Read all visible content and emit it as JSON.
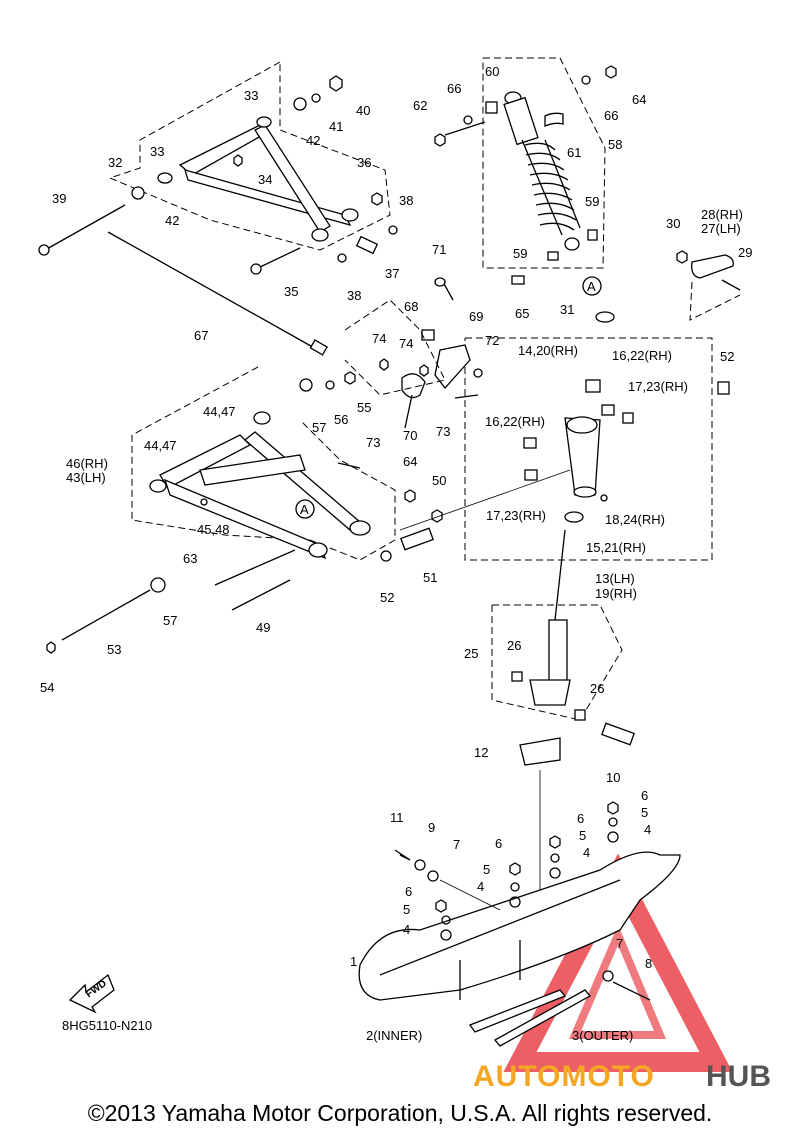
{
  "diagram": {
    "code": "8HG5110-N210",
    "fwd_label": "FWD",
    "copyright": "©2013 Yamaha Motor Corporation, U.S.A. All rights reserved.",
    "watermark": {
      "part1": "AUTOMOTO",
      "part2": "HUB",
      "color1": "#f5a623",
      "color2": "#555555",
      "triangle_color": "#e8434a"
    },
    "callouts": [
      {
        "id": "c60",
        "text": "60"
      },
      {
        "id": "c66a",
        "text": "66"
      },
      {
        "id": "c62",
        "text": "62"
      },
      {
        "id": "c64a",
        "text": "64"
      },
      {
        "id": "c66b",
        "text": "66"
      },
      {
        "id": "c61",
        "text": "61"
      },
      {
        "id": "c58",
        "text": "58"
      },
      {
        "id": "c59a",
        "text": "59"
      },
      {
        "id": "c59b",
        "text": "59"
      },
      {
        "id": "cAa",
        "text": "A"
      },
      {
        "id": "c65",
        "text": "65"
      },
      {
        "id": "c33a",
        "text": "33"
      },
      {
        "id": "c40",
        "text": "40"
      },
      {
        "id": "c41",
        "text": "41"
      },
      {
        "id": "c42a",
        "text": "42"
      },
      {
        "id": "c32",
        "text": "32"
      },
      {
        "id": "c33b",
        "text": "33"
      },
      {
        "id": "c34",
        "text": "34"
      },
      {
        "id": "c36",
        "text": "36"
      },
      {
        "id": "c42b",
        "text": "42"
      },
      {
        "id": "c39",
        "text": "39"
      },
      {
        "id": "c38a",
        "text": "38"
      },
      {
        "id": "c37",
        "text": "37"
      },
      {
        "id": "c38b",
        "text": "38"
      },
      {
        "id": "c35",
        "text": "35"
      },
      {
        "id": "c71",
        "text": "71"
      },
      {
        "id": "c67",
        "text": "67"
      },
      {
        "id": "c30",
        "text": "30"
      },
      {
        "id": "c28",
        "text": "28(RH)"
      },
      {
        "id": "c27",
        "text": "27(LH)"
      },
      {
        "id": "c29",
        "text": "29"
      },
      {
        "id": "c31",
        "text": "31"
      },
      {
        "id": "c68",
        "text": "68"
      },
      {
        "id": "c69",
        "text": "69"
      },
      {
        "id": "c74a",
        "text": "74"
      },
      {
        "id": "c74b",
        "text": "74"
      },
      {
        "id": "c72",
        "text": "72"
      },
      {
        "id": "c14",
        "text": "14,20(RH)"
      },
      {
        "id": "c16a",
        "text": "16,22(RH)"
      },
      {
        "id": "c52a",
        "text": "52"
      },
      {
        "id": "c17a",
        "text": "17,23(RH)"
      },
      {
        "id": "c44a",
        "text": "44,47"
      },
      {
        "id": "c57a",
        "text": "57"
      },
      {
        "id": "c56",
        "text": "56"
      },
      {
        "id": "c55",
        "text": "55"
      },
      {
        "id": "c70",
        "text": "70"
      },
      {
        "id": "c73a",
        "text": "73"
      },
      {
        "id": "c16b",
        "text": "16,22(RH)"
      },
      {
        "id": "c44b",
        "text": "44,47"
      },
      {
        "id": "c46",
        "text": "46(RH)"
      },
      {
        "id": "c43",
        "text": "43(LH)"
      },
      {
        "id": "c73b",
        "text": "73"
      },
      {
        "id": "c64b",
        "text": "64"
      },
      {
        "id": "c50",
        "text": "50"
      },
      {
        "id": "c17b",
        "text": "17,23(RH)"
      },
      {
        "id": "c18",
        "text": "18,24(RH)"
      },
      {
        "id": "c45",
        "text": "45,48"
      },
      {
        "id": "cAb",
        "text": "A"
      },
      {
        "id": "c15",
        "text": "15,21(RH)"
      },
      {
        "id": "c63",
        "text": "63"
      },
      {
        "id": "c52b",
        "text": "52"
      },
      {
        "id": "c51",
        "text": "51"
      },
      {
        "id": "c13",
        "text": "13(LH)"
      },
      {
        "id": "c19",
        "text": "19(RH)"
      },
      {
        "id": "c57b",
        "text": "57"
      },
      {
        "id": "c49",
        "text": "49"
      },
      {
        "id": "c53",
        "text": "53"
      },
      {
        "id": "c54",
        "text": "54"
      },
      {
        "id": "c25",
        "text": "25"
      },
      {
        "id": "c26a",
        "text": "26"
      },
      {
        "id": "c26b",
        "text": "26"
      },
      {
        "id": "c12",
        "text": "12"
      },
      {
        "id": "c10",
        "text": "10"
      },
      {
        "id": "c6a",
        "text": "6"
      },
      {
        "id": "c5a",
        "text": "5"
      },
      {
        "id": "c4a",
        "text": "4"
      },
      {
        "id": "c6b",
        "text": "6"
      },
      {
        "id": "c5b",
        "text": "5"
      },
      {
        "id": "c4b",
        "text": "4"
      },
      {
        "id": "c11",
        "text": "11"
      },
      {
        "id": "c9",
        "text": "9"
      },
      {
        "id": "c7a",
        "text": "7"
      },
      {
        "id": "c6c",
        "text": "6"
      },
      {
        "id": "c5c",
        "text": "5"
      },
      {
        "id": "c4c",
        "text": "4"
      },
      {
        "id": "c6d",
        "text": "6"
      },
      {
        "id": "c5d",
        "text": "5"
      },
      {
        "id": "c4d",
        "text": "4"
      },
      {
        "id": "c1",
        "text": "1"
      },
      {
        "id": "c7b",
        "text": "7"
      },
      {
        "id": "c8",
        "text": "8"
      },
      {
        "id": "c2",
        "text": "2(INNER)"
      },
      {
        "id": "c3",
        "text": "3(OUTER)"
      }
    ]
  }
}
